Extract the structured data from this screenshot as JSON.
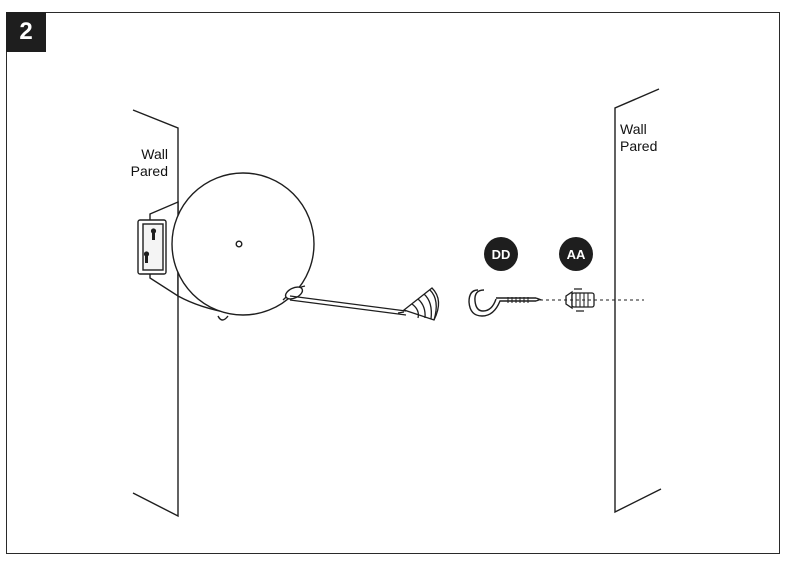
{
  "step": {
    "number": "2"
  },
  "wall_left": {
    "line1": "Wall",
    "line2": "Pared"
  },
  "wall_right": {
    "line1": "Wall",
    "line2": "Pared"
  },
  "callouts": {
    "hook": "DD",
    "anchor": "AA"
  },
  "colors": {
    "ink": "#1e1e1e",
    "paper": "#ffffff"
  }
}
